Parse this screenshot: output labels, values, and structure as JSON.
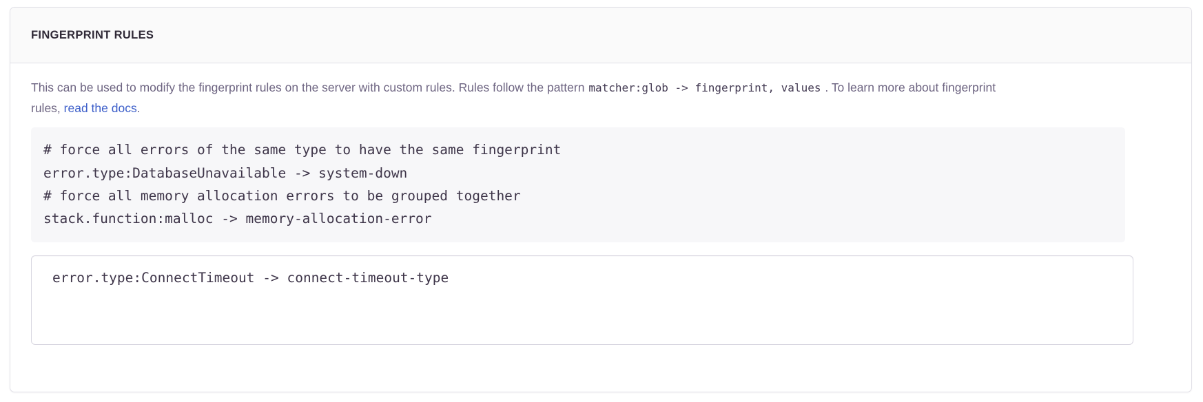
{
  "panel": {
    "title": "FINGERPRINT RULES",
    "description": {
      "part1": "This can be used to modify the fingerprint rules on the server with custom rules. Rules follow the pattern ",
      "code_pattern": "matcher:glob -> fingerprint, values",
      "part2": " . To learn more about fingerprint rules, ",
      "link_text": "read the docs",
      "part3": "."
    },
    "code_example": "# force all errors of the same type to have the same fingerprint\nerror.type:DatabaseUnavailable -> system-down\n# force all memory allocation errors to be grouped together\nstack.function:malloc -> memory-allocation-error",
    "code_example_lines": [
      "# force all errors of the same type to have the same fingerprint",
      "error.type:DatabaseUnavailable -> system-down",
      "# force all memory allocation errors to be grouped together",
      "stack.function:malloc -> memory-allocation-error"
    ],
    "rules_input": {
      "value": "error.type:ConnectTimeout -> connect-timeout-type",
      "placeholder": ""
    }
  },
  "colors": {
    "panel_border": "#e0dfe6",
    "header_bg": "#fafafa",
    "title_text": "#2f2936",
    "body_text": "#6e6582",
    "link": "#3c5ec9",
    "code_bg": "#f7f7f9",
    "code_text": "#3e3549",
    "input_border": "#d8d6e0"
  }
}
